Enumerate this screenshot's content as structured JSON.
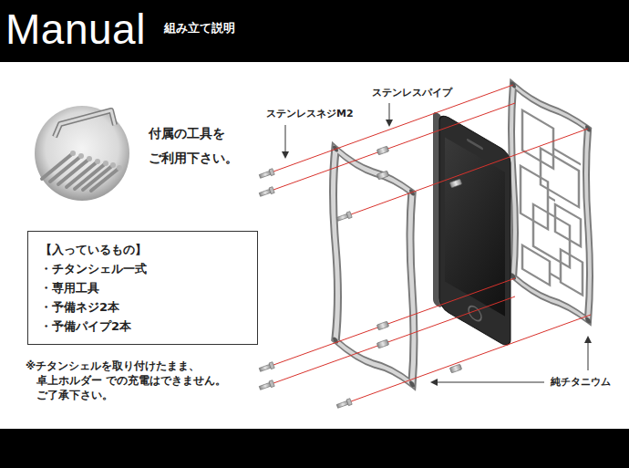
{
  "diagram": {
    "title": "Manual",
    "nodes": [
      {
        "text": [
          "【入っているもの】",
          "・チタンシェル一式",
          "・専用工具",
          "・予備ネジ2本",
          "・予備パイプ2本"
        ]
      }
    ],
    "labels": [
      "組み立て説明",
      "付属の工具を ご利用下さい。",
      "ステンレスネジM2",
      "ステンレスパイプ",
      "※チタンシェルを取り付けたまま、卓上ホルダー での充電はできません。 ご了承下さい。",
      "純チタニウム"
    ]
  }
}
